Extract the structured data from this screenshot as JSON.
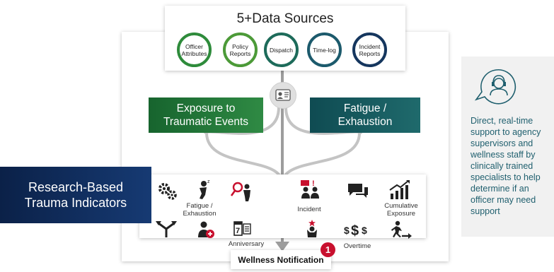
{
  "sources": {
    "title": "5+Data Sources",
    "items": [
      {
        "label": "Officer Attributes",
        "color": "#2e8b3b"
      },
      {
        "label": "Policy Reports",
        "color": "#4c9a38"
      },
      {
        "label": "Dispatch",
        "color": "#1d6b5a"
      },
      {
        "label": "Time-log",
        "color": "#1c5a6c"
      },
      {
        "label": "Incident Reports",
        "color": "#15365e"
      }
    ]
  },
  "categories": {
    "exposure": "Exposure to Traumatic Events",
    "fatigue": "Fatigue / Exhaustion",
    "research": "Research-Based Trauma Indicators"
  },
  "indicators": {
    "fatigue_exhaustion": "Fatigue / Exhaustion",
    "anniversary": "Anniversary",
    "incident": "Incident",
    "cumulative_exposure": "Cumulative Exposure",
    "overtime": "Overtime"
  },
  "notification": {
    "label": "Wellness Notification",
    "badge": "1"
  },
  "support": {
    "text": "Direct, real-time support to agency supervisors and wellness staff by clinically trained specialists to help determine if an officer may need support",
    "icon": "headset-chat-icon"
  },
  "colors": {
    "green": "#2f8a44",
    "teal": "#1f6a6c",
    "navy": "#0b2148",
    "badge_red": "#c8102e",
    "support_text": "#1f5f6e"
  }
}
